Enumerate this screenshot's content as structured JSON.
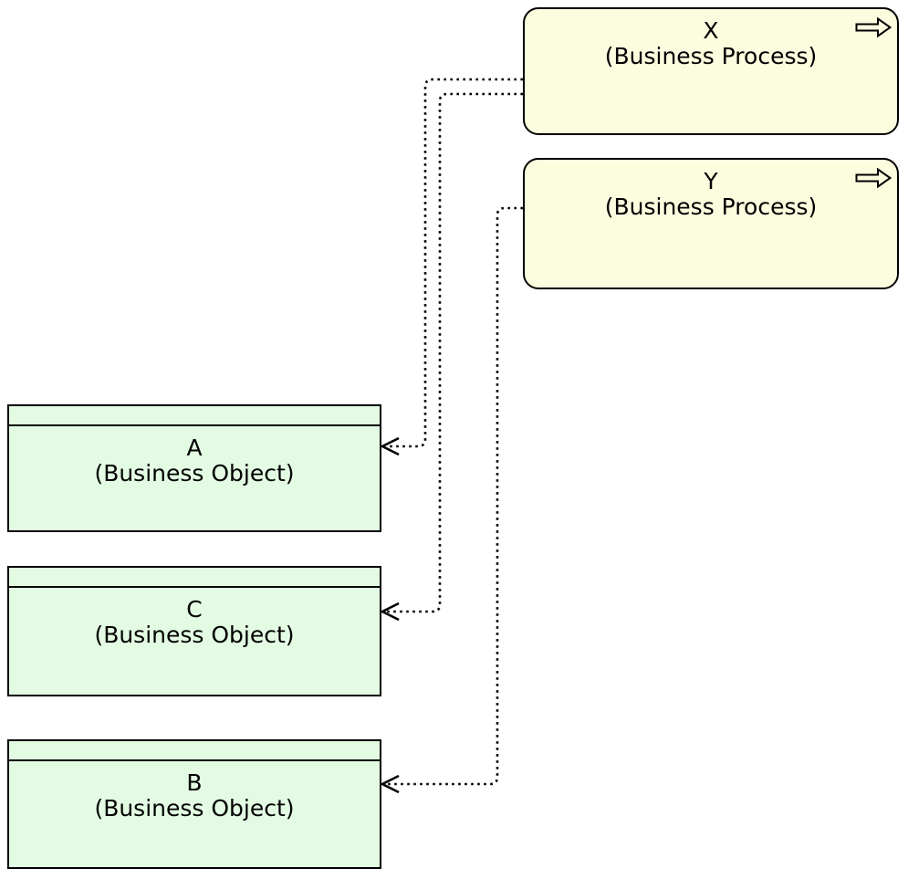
{
  "elements": {
    "process_x": {
      "title": "X",
      "subtitle": "(Business Process)"
    },
    "process_y": {
      "title": "Y",
      "subtitle": "(Business Process)"
    },
    "object_a": {
      "title": "A",
      "subtitle": "(Business Object)"
    },
    "object_c": {
      "title": "C",
      "subtitle": "(Business Object)"
    },
    "object_b": {
      "title": "B",
      "subtitle": "(Business Object)"
    }
  },
  "icons": {
    "process_badge": "right-arrow-icon"
  },
  "relationships": [
    {
      "source": "X",
      "target": "A",
      "line": "dotted",
      "arrowhead": "open-left"
    },
    {
      "source": "X",
      "target": "C",
      "line": "dotted",
      "arrowhead": "open-left"
    },
    {
      "source": "Y",
      "target": "B",
      "line": "dotted",
      "arrowhead": "open-left"
    }
  ],
  "colors": {
    "canvas_bg": "#ffffff",
    "process_fill": "#fcfcdf",
    "object_fill": "#e3fbe3",
    "stroke": "#000000",
    "text": "#000000"
  }
}
